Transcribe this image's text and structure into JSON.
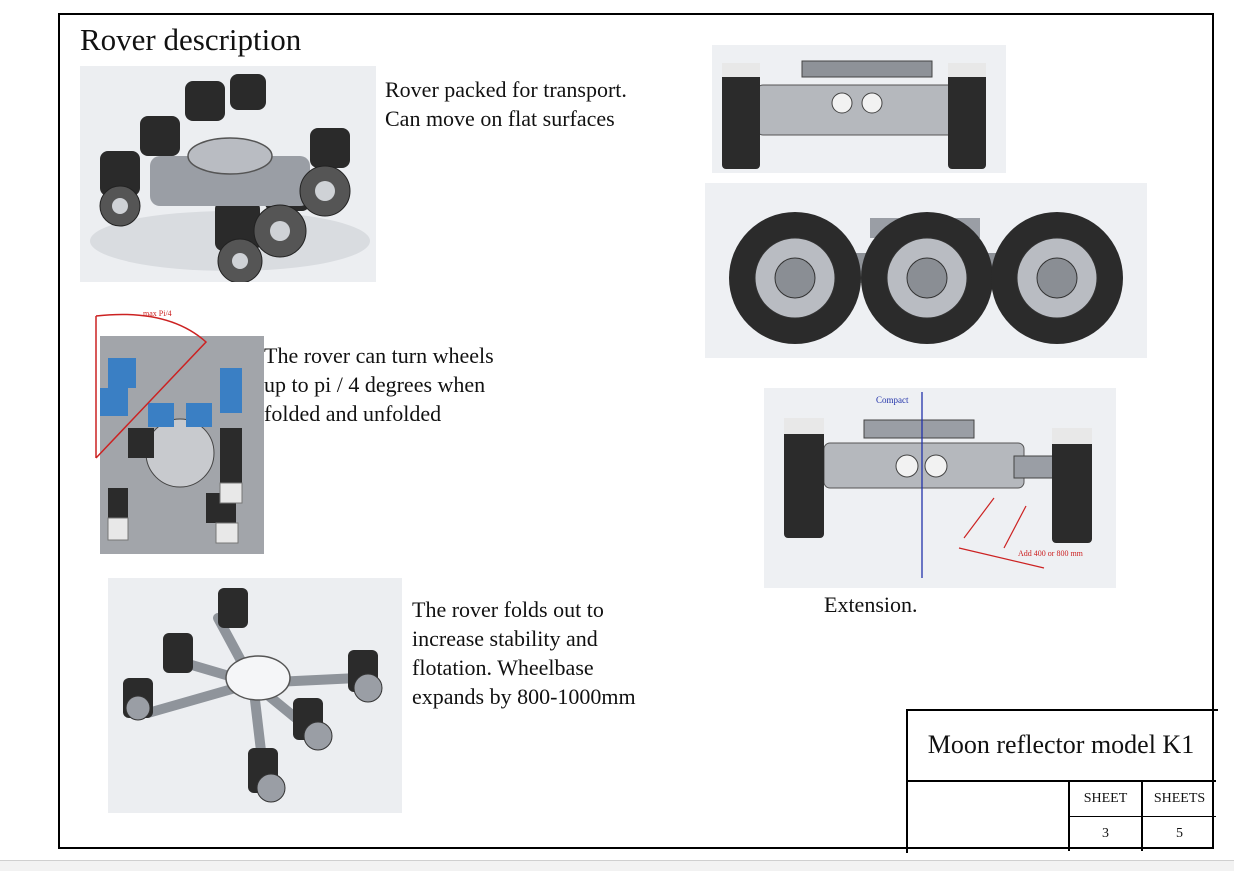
{
  "title": "Rover description",
  "sections": {
    "packed": {
      "lines": [
        "Rover packed for transport.",
        "Can move on flat surfaces"
      ]
    },
    "turn": {
      "lines": [
        "The rover can turn wheels",
        "up to pi / 4 degrees when",
        "folded and unfolded"
      ],
      "annotation": "max Pi/4"
    },
    "unfolded": {
      "lines": [
        "The rover folds out to",
        "increase stability and",
        "flotation. Wheelbase",
        "expands by 800-1000mm"
      ]
    },
    "extension": {
      "caption": "Extension.",
      "compact_label": "Compact",
      "add_label": "Add 400 or 800 mm"
    }
  },
  "title_block": {
    "name": "Moon reflector model K1",
    "sheet_label": "SHEET",
    "sheets_label": "SHEETS",
    "sheet_value": "3",
    "sheets_value": "5"
  },
  "colors": {
    "accent_blue": "#3a7fc4",
    "annotation_red": "#cc2222",
    "background_gray": "#e9ecf0"
  }
}
